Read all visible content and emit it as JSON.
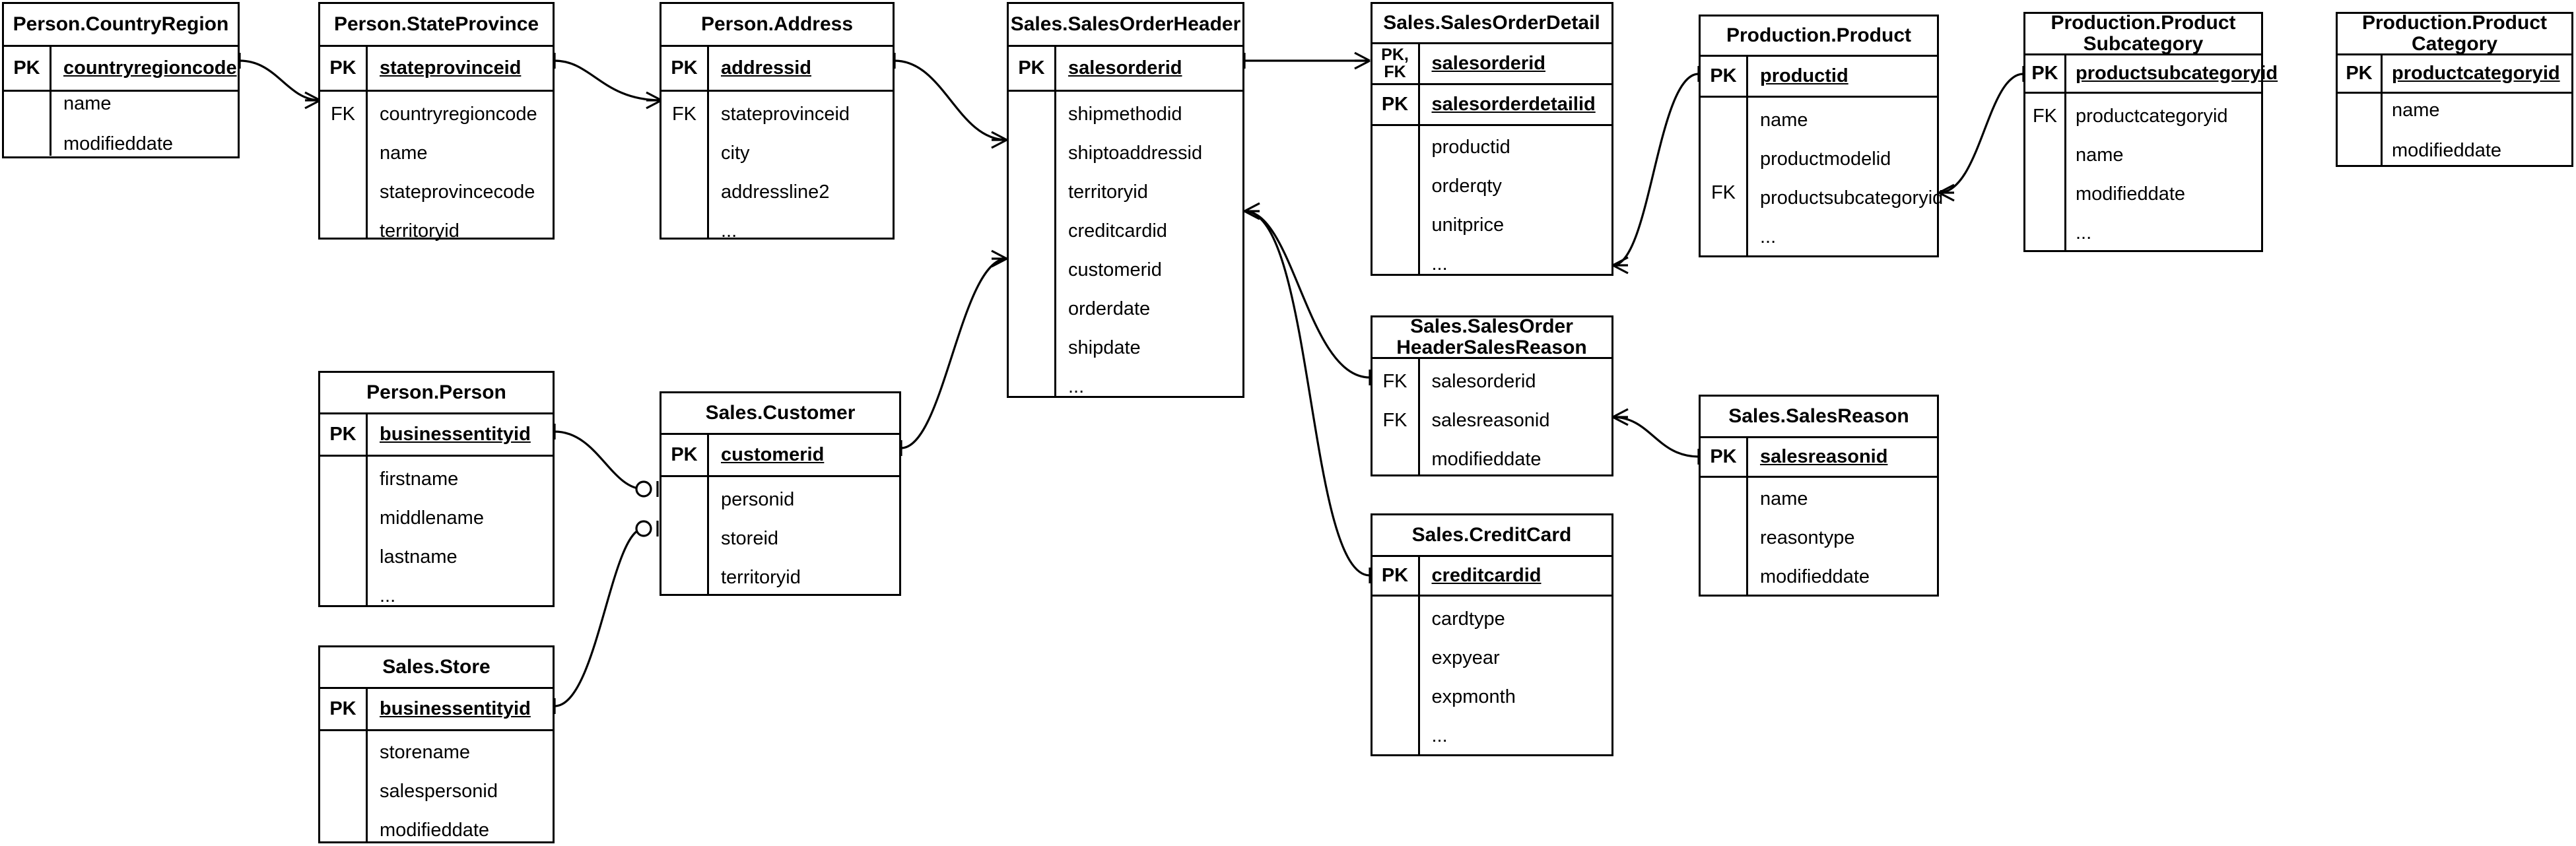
{
  "diagram": {
    "title": "AdventureWorks Sales ER Diagram",
    "notation": "crow-foot",
    "background": "#ffffff",
    "line_color": "#000000",
    "entities": [
      {
        "id": "countryregion",
        "name": "Person.CountryRegion",
        "pk_rows": [
          {
            "key": "PK",
            "name": "countryregioncode"
          }
        ],
        "attributes": [
          {
            "key": "",
            "name": "name"
          },
          {
            "key": "",
            "name": "modifieddate"
          }
        ]
      },
      {
        "id": "stateprovince",
        "name": "Person.StateProvince",
        "pk_rows": [
          {
            "key": "PK",
            "name": "stateprovinceid"
          }
        ],
        "attributes": [
          {
            "key": "FK",
            "name": "countryregioncode"
          },
          {
            "key": "",
            "name": "name"
          },
          {
            "key": "",
            "name": "stateprovincecode"
          },
          {
            "key": "",
            "name": "territoryid"
          }
        ]
      },
      {
        "id": "address",
        "name": "Person.Address",
        "pk_rows": [
          {
            "key": "PK",
            "name": "addressid"
          }
        ],
        "attributes": [
          {
            "key": "FK",
            "name": "stateprovinceid"
          },
          {
            "key": "",
            "name": "city"
          },
          {
            "key": "",
            "name": "addressline2"
          },
          {
            "key": "",
            "name": "..."
          }
        ]
      },
      {
        "id": "salesorderheader",
        "name": "Sales.SalesOrderHeader",
        "pk_rows": [
          {
            "key": "PK",
            "name": "salesorderid"
          }
        ],
        "attributes": [
          {
            "key": "",
            "name": "shipmethodid"
          },
          {
            "key": "",
            "name": "shiptoaddressid"
          },
          {
            "key": "",
            "name": "territoryid"
          },
          {
            "key": "",
            "name": "creditcardid"
          },
          {
            "key": "",
            "name": "customerid"
          },
          {
            "key": "",
            "name": "orderdate"
          },
          {
            "key": "",
            "name": "shipdate"
          },
          {
            "key": "",
            "name": "..."
          }
        ]
      },
      {
        "id": "salesorderdetail",
        "name": "Sales.SalesOrderDetail",
        "pk_rows": [
          {
            "key": "PK,\nFK",
            "name": "salesorderid"
          },
          {
            "key": "PK",
            "name": "salesorderdetailid"
          }
        ],
        "attributes": [
          {
            "key": "",
            "name": "productid"
          },
          {
            "key": "",
            "name": "orderqty"
          },
          {
            "key": "",
            "name": "unitprice"
          },
          {
            "key": "",
            "name": "..."
          }
        ]
      },
      {
        "id": "product",
        "name": "Production.Product",
        "pk_rows": [
          {
            "key": "PK",
            "name": "productid"
          }
        ],
        "attributes": [
          {
            "key": "",
            "name": "name"
          },
          {
            "key": "",
            "name": "productmodelid"
          },
          {
            "key": "FK",
            "name": "productsubcategoryid"
          },
          {
            "key": "",
            "name": "..."
          }
        ]
      },
      {
        "id": "productsubcategory",
        "name": "Production.Product\nSubcategory",
        "pk_rows": [
          {
            "key": "PK",
            "name": "productsubcategoryid"
          }
        ],
        "attributes": [
          {
            "key": "FK",
            "name": "productcategoryid"
          },
          {
            "key": "",
            "name": "name"
          },
          {
            "key": "",
            "name": "modifieddate"
          },
          {
            "key": "",
            "name": "..."
          }
        ]
      },
      {
        "id": "productcategory",
        "name": "Production.Product\nCategory",
        "pk_rows": [
          {
            "key": "PK",
            "name": "productcategoryid"
          }
        ],
        "attributes": [
          {
            "key": "",
            "name": "name"
          },
          {
            "key": "",
            "name": "modifieddate"
          }
        ]
      },
      {
        "id": "person",
        "name": "Person.Person",
        "pk_rows": [
          {
            "key": "PK",
            "name": "businessentityid"
          }
        ],
        "attributes": [
          {
            "key": "",
            "name": "firstname"
          },
          {
            "key": "",
            "name": "middlename"
          },
          {
            "key": "",
            "name": "lastname"
          },
          {
            "key": "",
            "name": "..."
          }
        ]
      },
      {
        "id": "customer",
        "name": "Sales.Customer",
        "pk_rows": [
          {
            "key": "PK",
            "name": "customerid"
          }
        ],
        "attributes": [
          {
            "key": "",
            "name": "personid"
          },
          {
            "key": "",
            "name": "storeid"
          },
          {
            "key": "",
            "name": "territoryid"
          }
        ]
      },
      {
        "id": "store",
        "name": "Sales.Store",
        "pk_rows": [
          {
            "key": "PK",
            "name": "businessentityid"
          }
        ],
        "attributes": [
          {
            "key": "",
            "name": "storename"
          },
          {
            "key": "",
            "name": "salespersonid"
          },
          {
            "key": "",
            "name": "modifieddate"
          }
        ]
      },
      {
        "id": "sohsr",
        "name": "Sales.SalesOrder\nHeaderSalesReason",
        "pk_rows": [],
        "attributes": [
          {
            "key": "FK",
            "name": "salesorderid"
          },
          {
            "key": "FK",
            "name": "salesreasonid"
          },
          {
            "key": "",
            "name": "modifieddate"
          }
        ]
      },
      {
        "id": "salesreason",
        "name": "Sales.SalesReason",
        "pk_rows": [
          {
            "key": "PK",
            "name": "salesreasonid"
          }
        ],
        "attributes": [
          {
            "key": "",
            "name": "name"
          },
          {
            "key": "",
            "name": "reasontype"
          },
          {
            "key": "",
            "name": "modifieddate"
          }
        ]
      },
      {
        "id": "creditcard",
        "name": "Sales.CreditCard",
        "pk_rows": [
          {
            "key": "PK",
            "name": "creditcardid"
          }
        ],
        "attributes": [
          {
            "key": "",
            "name": "cardtype"
          },
          {
            "key": "",
            "name": "expyear"
          },
          {
            "key": "",
            "name": "expmonth"
          },
          {
            "key": "",
            "name": "..."
          }
        ]
      }
    ],
    "relationships": [
      {
        "from": "countryregion.countryregioncode",
        "to": "stateprovince.countryregioncode",
        "from_card": "one",
        "to_card": "many"
      },
      {
        "from": "stateprovince.stateprovinceid",
        "to": "address.stateprovinceid",
        "from_card": "one",
        "to_card": "many"
      },
      {
        "from": "address.addressid",
        "to": "salesorderheader.shiptoaddressid",
        "from_card": "one",
        "to_card": "many"
      },
      {
        "from": "salesorderheader.salesorderid",
        "to": "salesorderdetail.salesorderid",
        "from_card": "one",
        "to_card": "many"
      },
      {
        "from": "salesorderheader.salesorderid",
        "to": "sohsr.salesorderid",
        "from_card": "many",
        "to_card": "one"
      },
      {
        "from": "salesorderheader.creditcardid",
        "to": "creditcard.creditcardid",
        "from_card": "many",
        "to_card": "one"
      },
      {
        "from": "customer.customerid",
        "to": "salesorderheader.customerid",
        "from_card": "one",
        "to_card": "many"
      },
      {
        "from": "person.businessentityid",
        "to": "customer.personid",
        "from_card": "one",
        "to_card": "zero-one"
      },
      {
        "from": "store.businessentityid",
        "to": "customer.storeid",
        "from_card": "one",
        "to_card": "zero-one"
      },
      {
        "from": "salesorderdetail.productid",
        "to": "product.productid",
        "from_card": "many",
        "to_card": "one"
      },
      {
        "from": "product.productsubcategoryid",
        "to": "productsubcategory.productsubcategoryid",
        "from_card": "many",
        "to_card": "one"
      },
      {
        "from": "productsubcategory.productcategoryid",
        "to": "productcategory.productcategoryid",
        "from_card": "many",
        "to_card": "one"
      },
      {
        "from": "sohsr.salesreasonid",
        "to": "salesreason.salesreasonid",
        "from_card": "many",
        "to_card": "one"
      }
    ]
  }
}
